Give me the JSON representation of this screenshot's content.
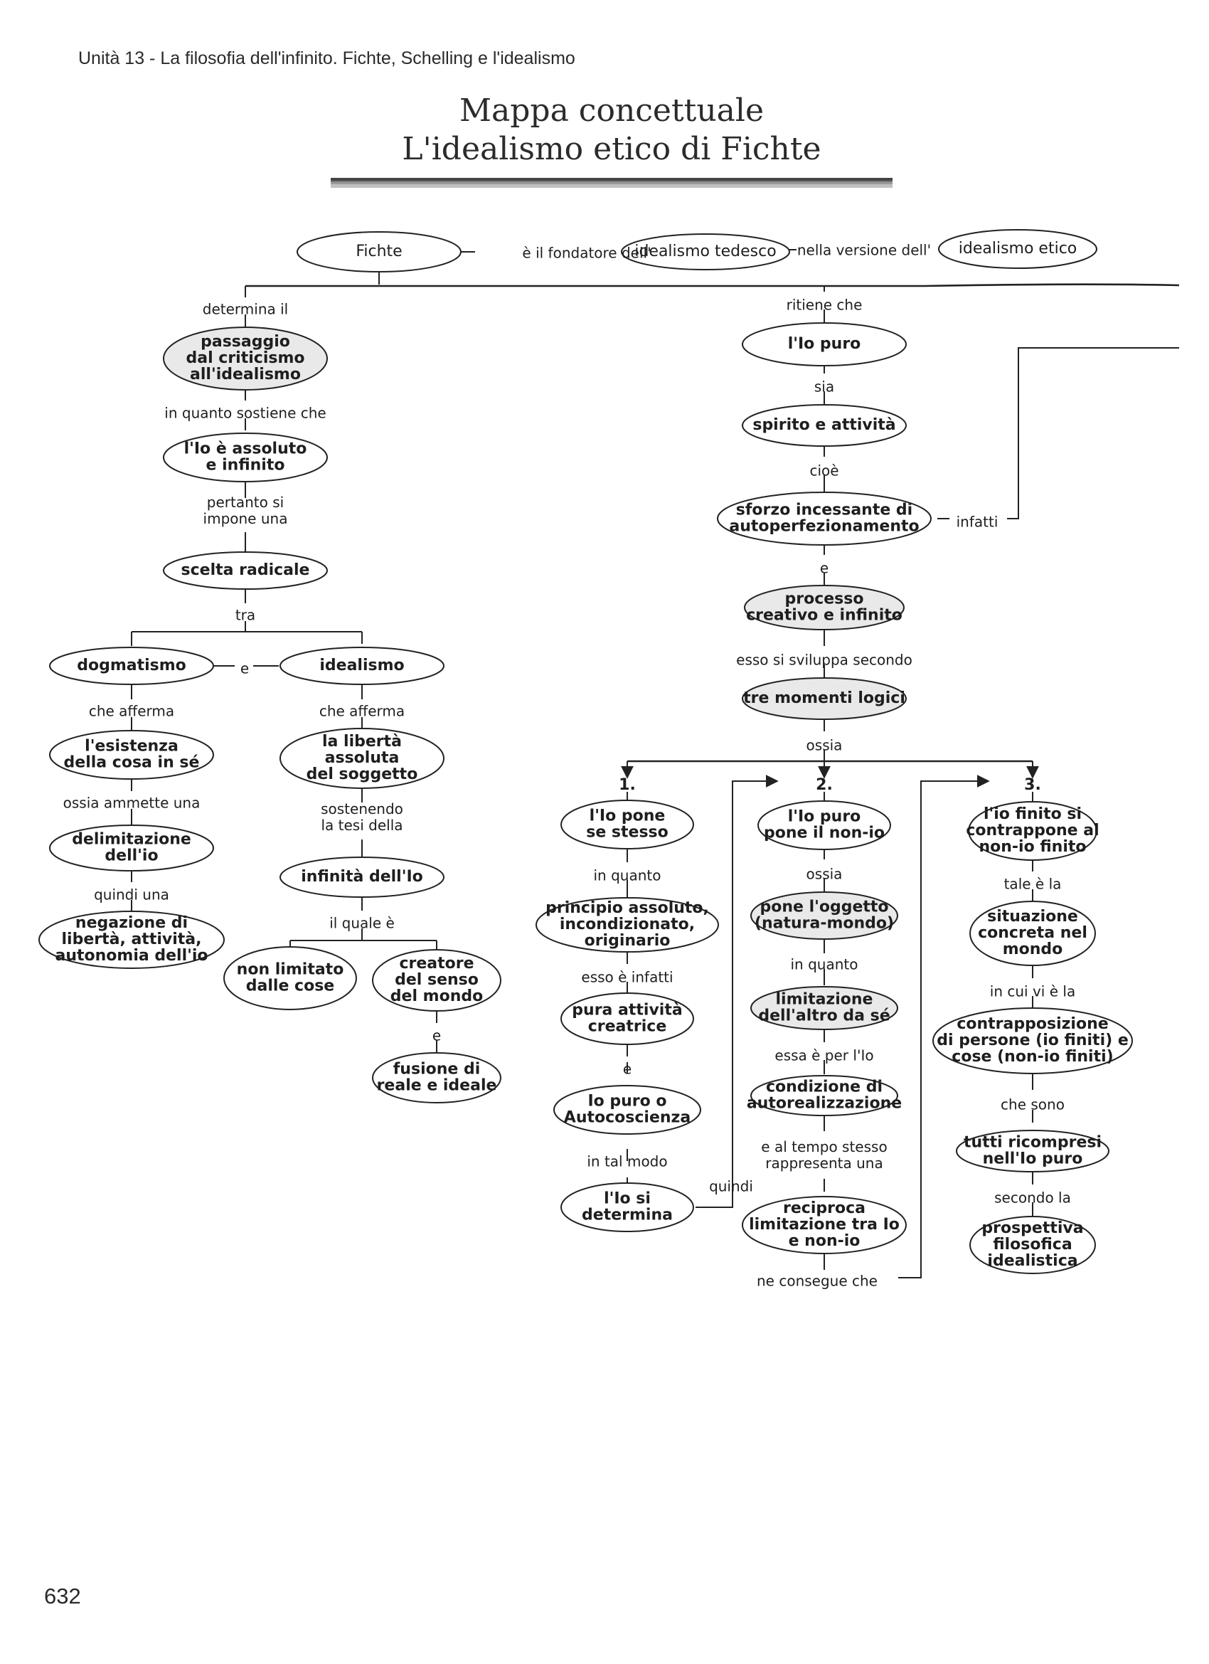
{
  "header": {
    "unit_line": "Unità 13 - La filosofia dell'infinito. Fichte, Schelling e l'idealismo",
    "title_line_1": "Mappa concettuale",
    "title_line_2": "L'idealismo etico di Fichte"
  },
  "page_number": "632",
  "nodes": {
    "fichte": [
      "Fichte"
    ],
    "idealismo_tedesco": [
      "idealismo tedesco"
    ],
    "idealismo_etico": [
      "idealismo etico"
    ],
    "passaggio": [
      "passaggio",
      "dal criticismo",
      "all'idealismo"
    ],
    "io_assoluto": [
      "l'Io è assoluto",
      "e infinito"
    ],
    "scelta_radicale": [
      "scelta radicale"
    ],
    "dogmatismo": [
      "dogmatismo"
    ],
    "idealismo": [
      "idealismo"
    ],
    "esistenza_cosa": [
      "l'esistenza",
      "della cosa in sé"
    ],
    "delimitazione": [
      "delimitazione",
      "dell'io"
    ],
    "negazione": [
      "negazione di",
      "libertà, attività,",
      "autonomia dell'io"
    ],
    "liberta_assoluta": [
      "la libertà",
      "assoluta",
      "del soggetto"
    ],
    "infinita_io": [
      "infinità dell'Io"
    ],
    "non_limitato": [
      "non limitato",
      "dalle cose"
    ],
    "creatore_senso": [
      "creatore",
      "del senso",
      "del mondo"
    ],
    "fusione": [
      "fusione di",
      "reale e ideale"
    ],
    "io_puro": [
      "l'Io puro"
    ],
    "spirito_attivita": [
      "spirito e attività"
    ],
    "sforzo": [
      "sforzo incessante di",
      "autoperfezionamento"
    ],
    "processo": [
      "processo",
      "creativo e infinito"
    ],
    "tre_momenti": [
      "tre momenti logici"
    ],
    "io_pone_se": [
      "l'Io pone",
      "se stesso"
    ],
    "principio_assoluto": [
      "principio assoluto,",
      "incondizionato,",
      "originario"
    ],
    "pura_attivita": [
      "pura attività",
      "creatrice"
    ],
    "io_puro_autocoscienza": [
      "Io puro o",
      "Autocoscienza"
    ],
    "io_si_determina": [
      "l'Io si",
      "determina"
    ],
    "io_pone_nonio": [
      "l'Io puro",
      "pone il non-io"
    ],
    "pone_oggetto": [
      "pone l'oggetto",
      "(natura-mondo)"
    ],
    "limitazione_altro": [
      "limitazione",
      "dell'altro da sé"
    ],
    "condizione": [
      "condizione di",
      "autorealizzazione"
    ],
    "reciproca": [
      "reciproca",
      "limitazione tra Io",
      "e non-io"
    ],
    "io_finito": [
      "l'io finito si",
      "contrappone al",
      "non-io finito"
    ],
    "situazione": [
      "situazione",
      "concreta nel",
      "mondo"
    ],
    "contrapposizione": [
      "contrapposizione",
      "di persone (io finiti) e",
      "cose (non-io finiti)"
    ],
    "ricompresi": [
      "tutti ricompresi",
      "nell'Io puro"
    ],
    "prospettiva": [
      "prospettiva",
      "filosofica",
      "idealistica"
    ]
  },
  "labels": {
    "fondatore": [
      "è il fondatore dell'"
    ],
    "versione": [
      "nella versione dell'"
    ],
    "determina_il": [
      "determina il"
    ],
    "in_quanto_sostiene": [
      "in quanto sostiene che"
    ],
    "pertanto": [
      "pertanto si",
      "impone una"
    ],
    "tra": [
      "tra"
    ],
    "e_dog_ide": [
      "e"
    ],
    "che_afferma_1": [
      "che afferma"
    ],
    "ossia_ammette": [
      "ossia ammette una"
    ],
    "quindi_una": [
      "quindi una"
    ],
    "che_afferma_2": [
      "che afferma"
    ],
    "sostenendo": [
      "sostenendo",
      "la tesi della"
    ],
    "il_quale_e": [
      "il quale è"
    ],
    "e_fusione": [
      "e"
    ],
    "ritiene_che": [
      "ritiene che"
    ],
    "sia": [
      "sia"
    ],
    "cioe": [
      "cioè"
    ],
    "infatti": [
      "infatti"
    ],
    "e_processo": [
      "e"
    ],
    "si_sviluppa": [
      "esso si sviluppa secondo"
    ],
    "ossia_momenti": [
      "ossia"
    ],
    "num_1": [
      "1."
    ],
    "num_2": [
      "2."
    ],
    "num_3": [
      "3."
    ],
    "in_quanto_1": [
      "in quanto"
    ],
    "esso_e_infatti": [
      "esso è infatti"
    ],
    "e_autocoscienza": [
      "e"
    ],
    "in_tal_modo": [
      "in tal modo"
    ],
    "quindi": [
      "quindi"
    ],
    "ossia_oggetto": [
      "ossia"
    ],
    "in_quanto_2": [
      "in quanto"
    ],
    "essa_e_per": [
      "essa è per l'Io"
    ],
    "al_tempo_stesso": [
      "e al tempo stesso",
      "rappresenta una"
    ],
    "ne_consegue": [
      "ne consegue che"
    ],
    "tale_e_la": [
      "tale è la"
    ],
    "in_cui_vi_e": [
      "in cui vi è la"
    ],
    "che_sono": [
      "che sono"
    ],
    "secondo_la": [
      "secondo la"
    ]
  }
}
